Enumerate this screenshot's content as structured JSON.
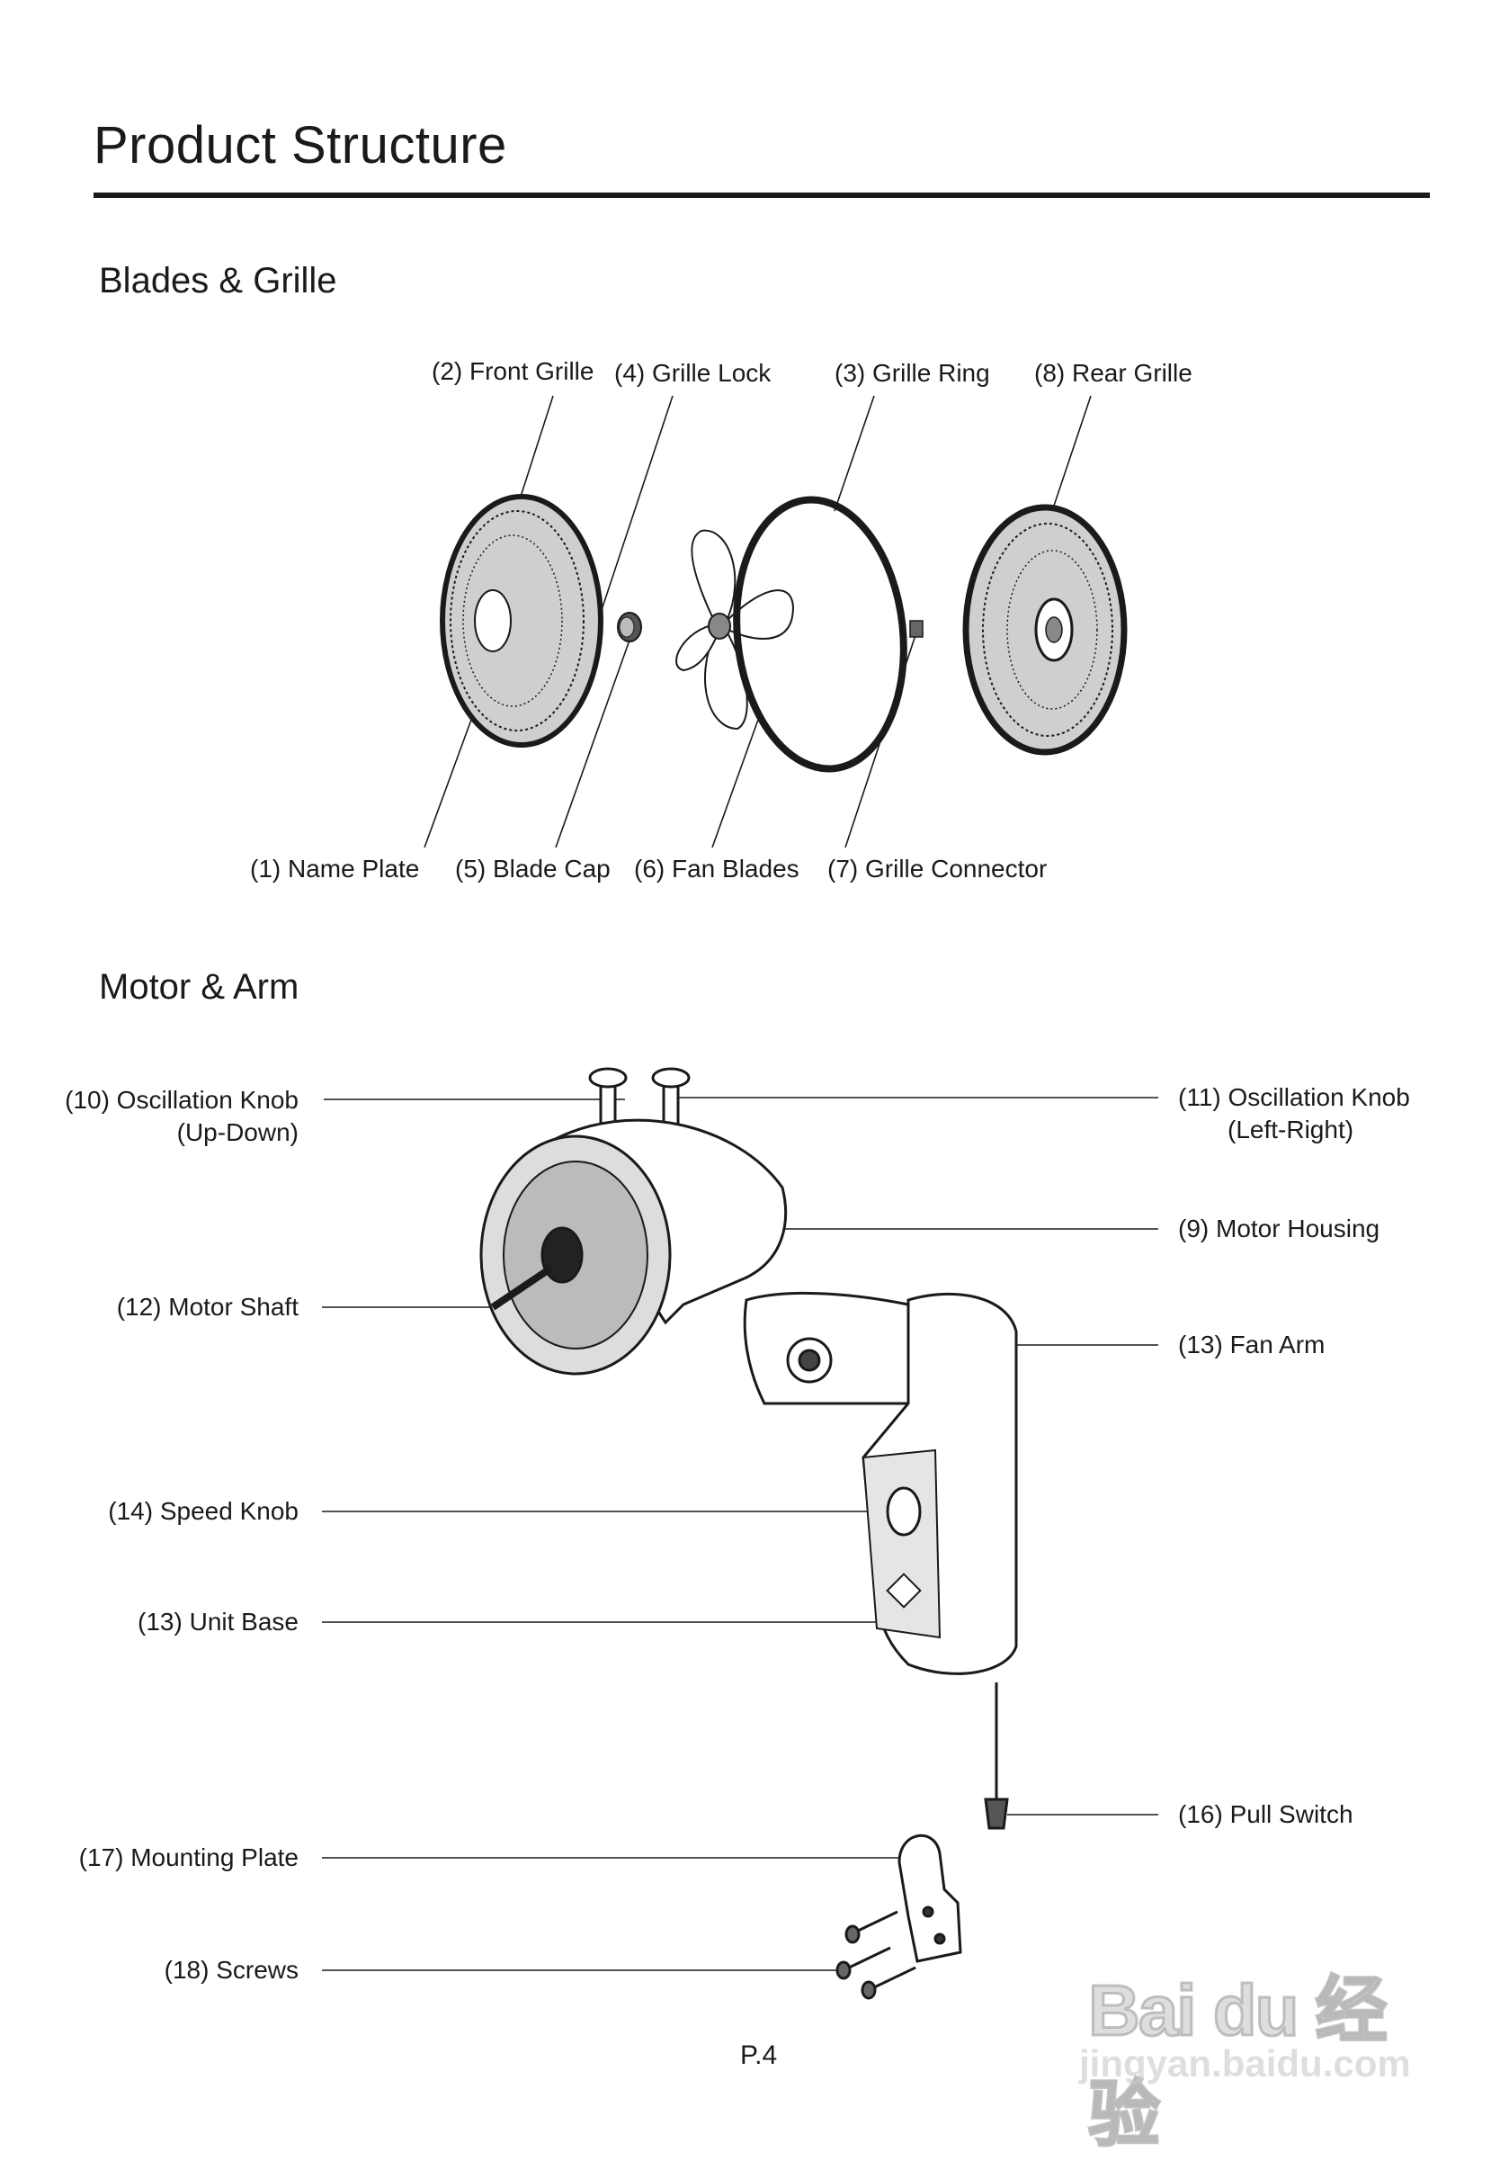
{
  "page": {
    "title": "Product Structure",
    "page_number": "P.4"
  },
  "sections": {
    "blades_grille": "Blades & Grille",
    "motor_arm": "Motor & Arm"
  },
  "blades_labels": {
    "front_grille": "(2) Front Grille",
    "grille_lock": "(4) Grille Lock",
    "grille_ring": "(3)  Grille Ring",
    "rear_grille": "(8)  Rear Grille",
    "name_plate": "(1)  Name Plate",
    "blade_cap": "(5)  Blade Cap",
    "fan_blades": "(6) Fan Blades",
    "grille_connector": "(7) Grille Connector"
  },
  "motor_labels": {
    "osc_knob_ud_1": "(10) Oscillation Knob",
    "osc_knob_ud_2": "(Up-Down)",
    "osc_knob_lr_1": "(11) Oscillation Knob",
    "osc_knob_lr_2": "(Left-Right)",
    "motor_housing": "(9) Motor Housing",
    "motor_shaft": "(12) Motor Shaft",
    "fan_arm": "(13) Fan Arm",
    "speed_knob": "(14) Speed Knob",
    "unit_base": "(13) Unit Base",
    "pull_switch": "(16) Pull Switch",
    "mounting_plate": "(17) Mounting Plate",
    "screws": "(18) Screws"
  },
  "watermark": {
    "brand": "Bai du 经验",
    "url": "jingyan.baidu.com"
  }
}
